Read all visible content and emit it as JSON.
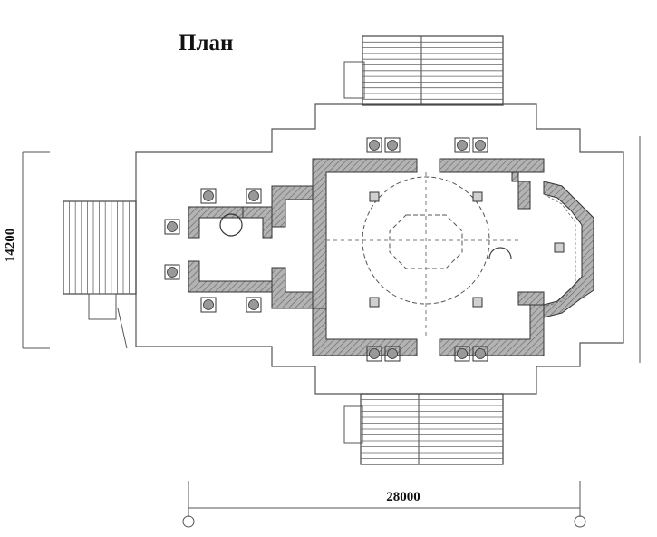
{
  "title": "План",
  "dimensions": {
    "width_label": "28000",
    "depth_label": "14200"
  },
  "colors": {
    "ink": "#333333",
    "wall_fill": "#a8a8a8",
    "hatch": "#6e6e6e",
    "light_line": "#9a9a9a"
  }
}
